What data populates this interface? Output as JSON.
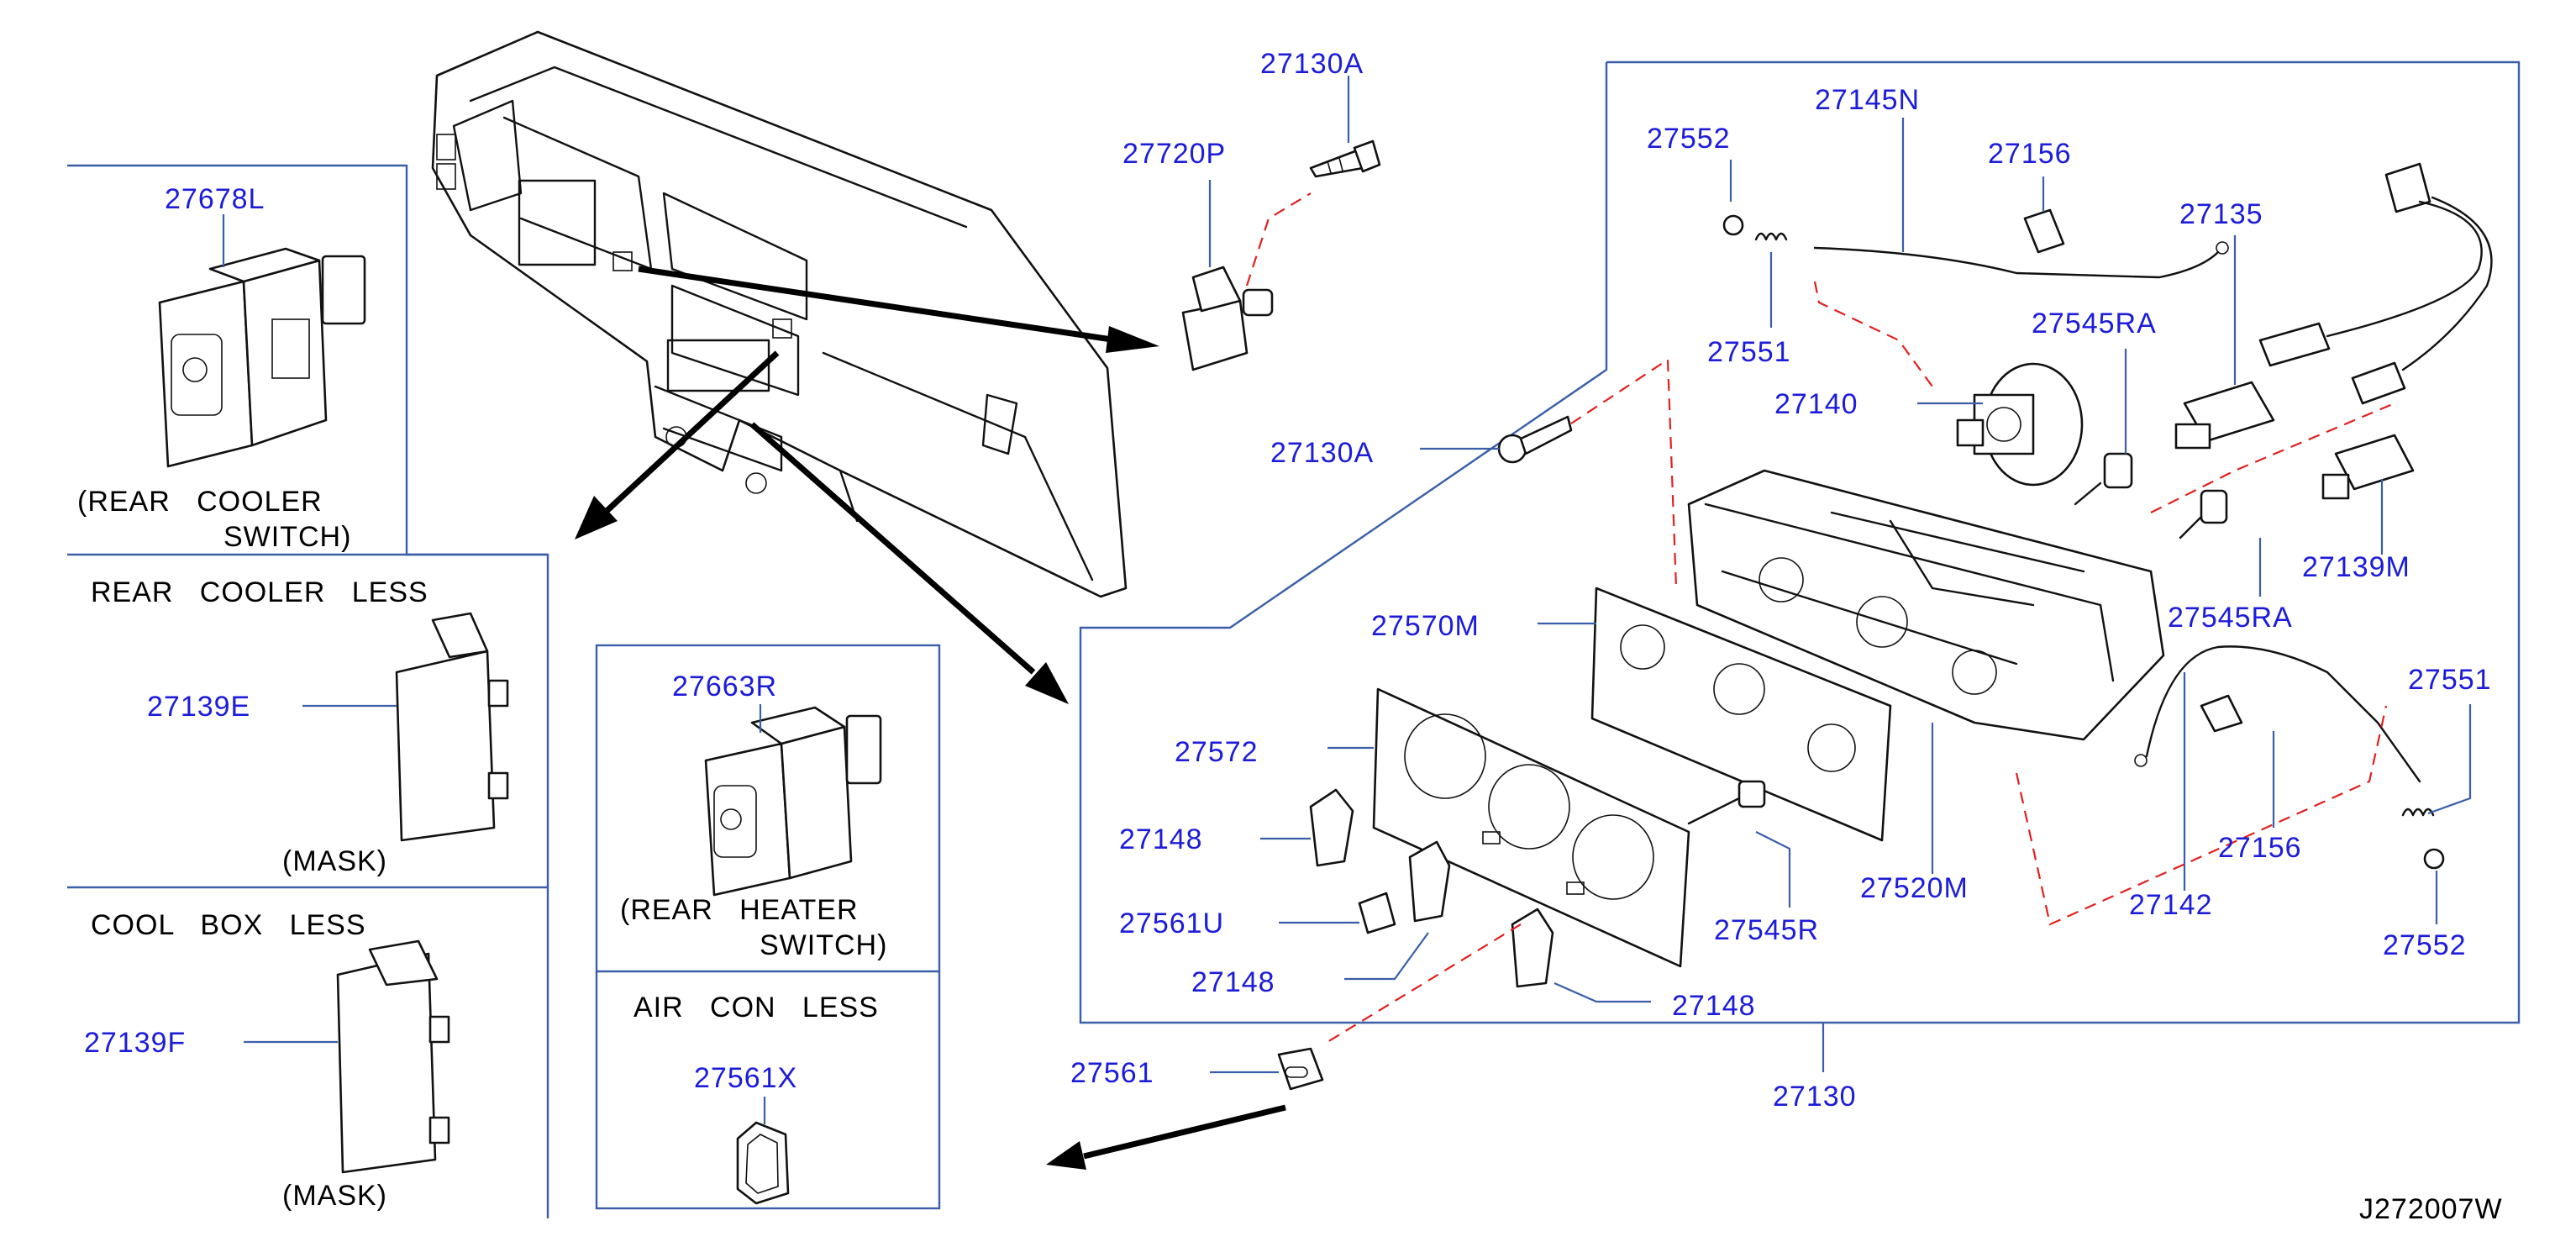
{
  "colors": {
    "part_number": "#1c1cd9",
    "frame": "#3a5ea8",
    "hidden_line": "#e02020",
    "drawing": "#111111"
  },
  "parts": {
    "p27130A_top": "27130A",
    "p27720P": "27720P",
    "p27678L": "27678L",
    "p27139E": "27139E",
    "p27139F": "27139F",
    "p27663R": "27663R",
    "p27561X": "27561X",
    "p27561": "27561",
    "p27552_top": "27552",
    "p27145N": "27145N",
    "p27156_top": "27156",
    "p27135": "27135",
    "p27551_top": "27551",
    "p27545RA_top": "27545RA",
    "p27140": "27140",
    "p27130A_mid": "27130A",
    "p27139M": "27139M",
    "p27545RA_right": "27545RA",
    "p27570M": "27570M",
    "p27572": "27572",
    "p27148_a": "27148",
    "p27561U": "27561U",
    "p27148_b": "27148",
    "p27148_c": "27148",
    "p27545R": "27545R",
    "p27520M": "27520M",
    "p27142": "27142",
    "p27156_bottom": "27156",
    "p27551_bottom": "27551",
    "p27552_bottom": "27552",
    "p27130": "27130"
  },
  "notes": {
    "rear_cooler_switch_1": "(REAR   COOLER",
    "rear_cooler_switch_2": "SWITCH)",
    "rear_cooler_less": "REAR   COOLER   LESS",
    "mask_1": "(MASK)",
    "cool_box_less": "COOL   BOX   LESS",
    "mask_2": "(MASK)",
    "rear_heater_switch_1": "(REAR   HEATER",
    "rear_heater_switch_2": "SWITCH)",
    "air_con_less": "AIR   CON   LESS"
  },
  "diagram_code": "J272007W"
}
